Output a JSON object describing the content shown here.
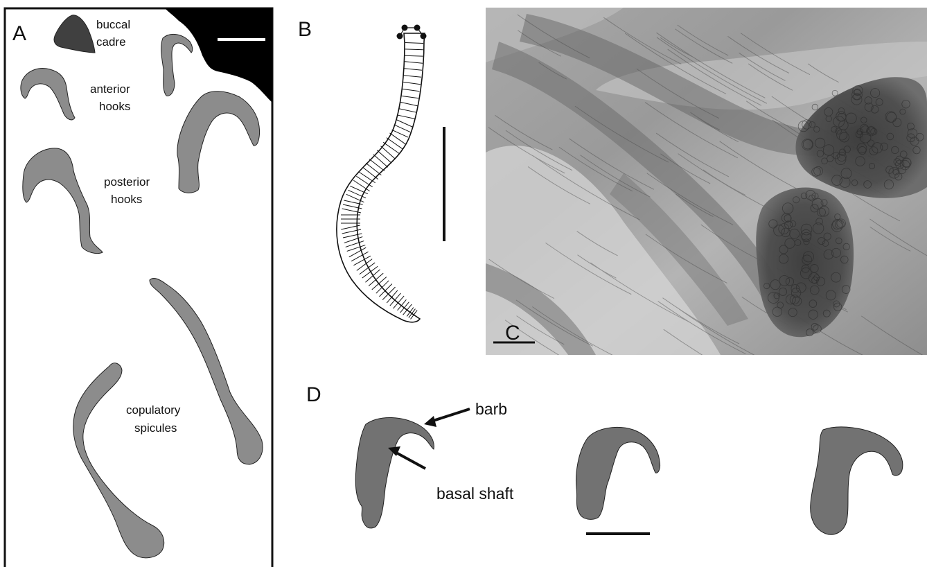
{
  "panels": {
    "a": {
      "letter": "A",
      "labels": {
        "buccal_line1": "buccal",
        "buccal_line2": "cadre",
        "anterior_line1": "anterior",
        "anterior_line2": "hooks",
        "posterior_line1": "posterior",
        "posterior_line2": "hooks",
        "copulatory_line1": "copulatory",
        "copulatory_line2": "spicules"
      }
    },
    "b": {
      "letter": "B"
    },
    "c": {
      "letter": "C"
    },
    "d": {
      "letter": "D",
      "labels": {
        "barb": "barb",
        "basal_shaft": "basal shaft"
      }
    }
  },
  "colors": {
    "structure_fill": "#8c8c8c",
    "buccal_fill": "#404040",
    "hook_fill": "#727272",
    "ink": "#111111",
    "micrograph_bg": "#b8b8b8"
  }
}
